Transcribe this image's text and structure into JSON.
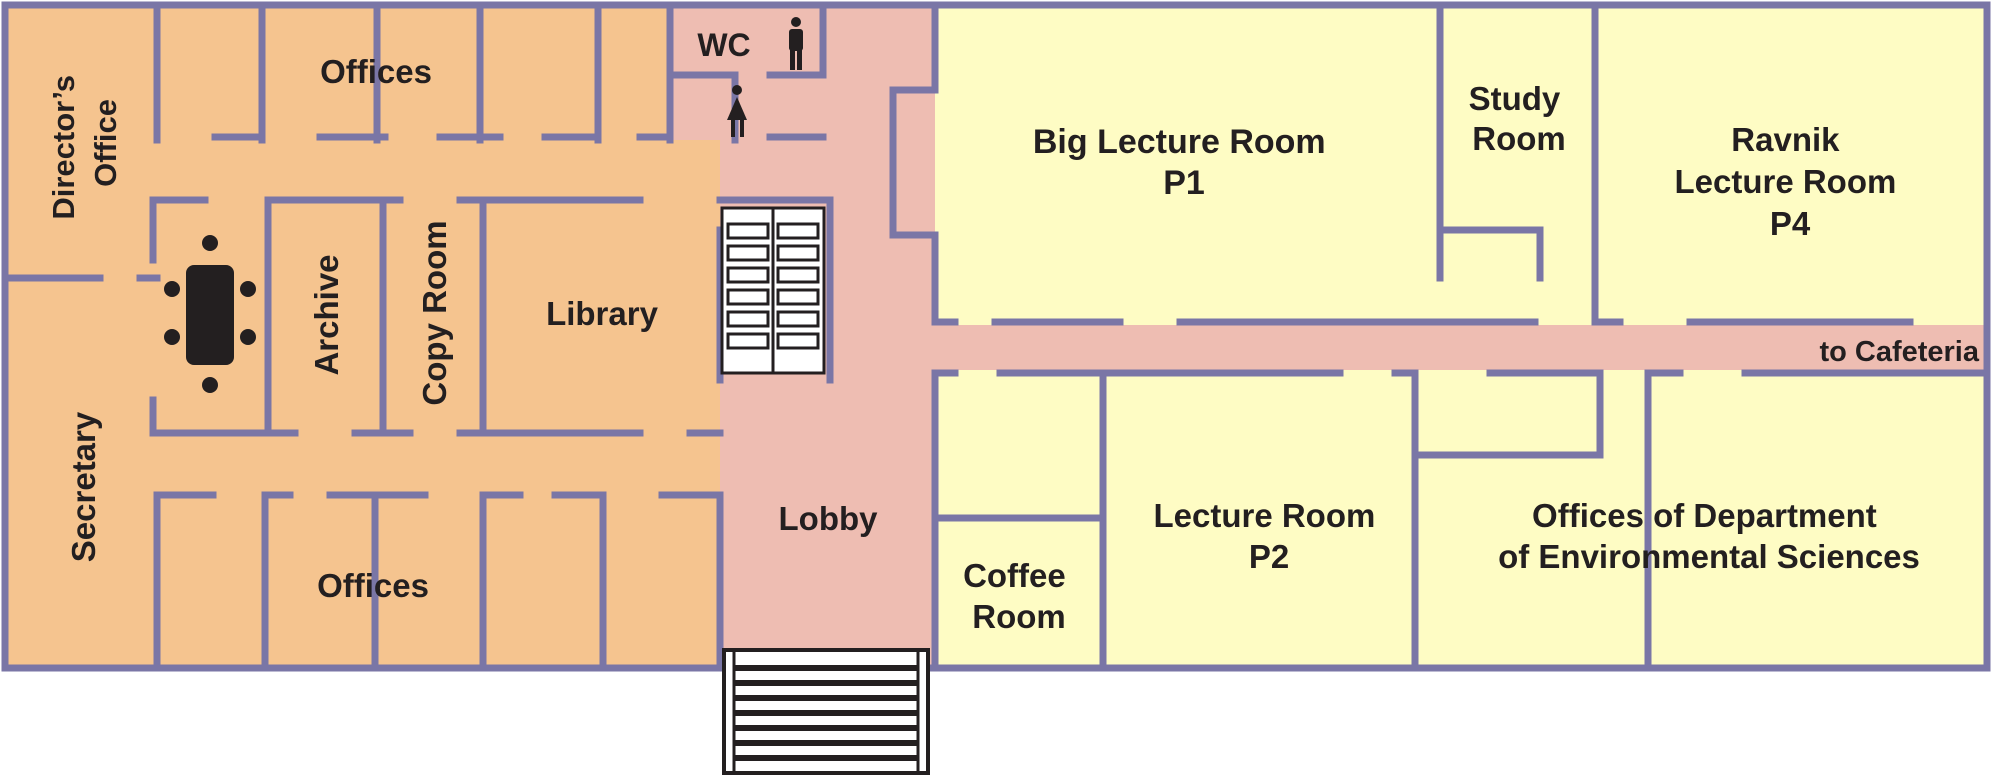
{
  "colors": {
    "admin_zone": "#f5c48f",
    "circulation": "#eebdb2",
    "teaching_zone": "#fefcc4",
    "walls": "#7a76a6",
    "ink": "#231f20",
    "background": "#ffffff"
  },
  "labels": {
    "directors_office": [
      "Director’s",
      "Office"
    ],
    "offices_top": "Offices",
    "offices_bottom": "Offices",
    "wc": "WC",
    "archive": "Archive",
    "copy_room": "Copy Room",
    "library": "Library",
    "secretary": "Secretary",
    "lobby": "Lobby",
    "big_lecture_room": [
      "Big Lecture Room",
      "P1"
    ],
    "study_room": [
      "Study",
      "Room"
    ],
    "ravnik_lecture_room": [
      "Ravnik",
      "Lecture Room",
      "P4"
    ],
    "to_cafeteria": "to Cafeteria",
    "coffee_room": [
      "Coffee",
      "Room"
    ],
    "lecture_room_p2": [
      "Lecture Room",
      "P2"
    ],
    "offices_env_sciences": [
      "Offices of Department",
      "of Environmental Sciences"
    ]
  },
  "icons": {
    "wc_men": "man-icon",
    "wc_women": "woman-icon",
    "conference_table": "conference-table-icon",
    "stairs_up": "staircase-icon",
    "entrance_steps": "entrance-steps-icon"
  }
}
